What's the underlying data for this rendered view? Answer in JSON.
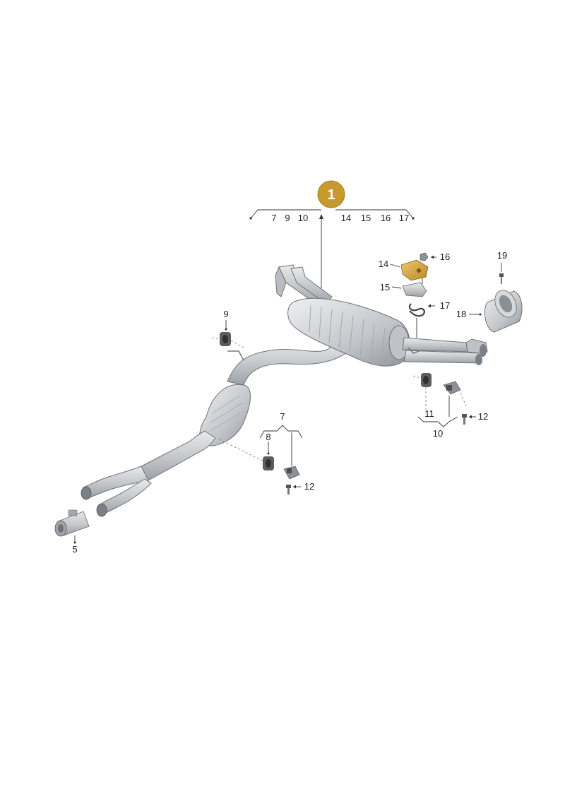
{
  "badge": {
    "label": "1",
    "color": "#c79a2e"
  },
  "header_row": {
    "left": [
      "7",
      "9",
      "10"
    ],
    "right": [
      "14",
      "15",
      "16",
      "17"
    ]
  },
  "callouts": {
    "c5": "5",
    "c7": "7",
    "c8": "8",
    "c9": "9",
    "c10": "10",
    "c11": "11",
    "c12a": "12",
    "c12b": "12",
    "c14": "14",
    "c15": "15",
    "c16": "16",
    "c17": "17",
    "c18": "18",
    "c19": "19"
  },
  "colors": {
    "metal": "#c9ccd0",
    "metal_dark": "#9ea3a8",
    "highlight_part": "#d9a441",
    "rubber": "#5a5d61"
  }
}
